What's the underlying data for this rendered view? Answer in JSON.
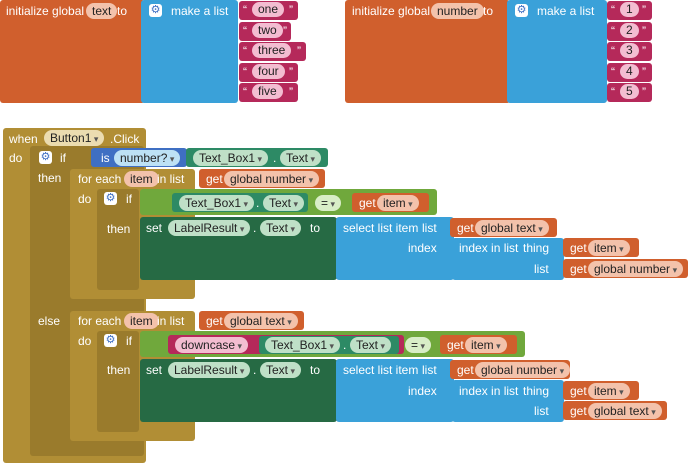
{
  "init_text": {
    "label": "initialize global",
    "var": "text",
    "to": "to",
    "make_list": "make a list",
    "items": [
      "one",
      "two",
      "three",
      "four",
      "five"
    ]
  },
  "init_number": {
    "label": "initialize global",
    "var": "number",
    "to": "to",
    "make_list": "make a list",
    "items": [
      "1",
      "2",
      "3",
      "4",
      "5"
    ]
  },
  "event": {
    "when": "when",
    "component": "Button1",
    "event": ".Click",
    "do": "do"
  },
  "if_outer": {
    "if": "if",
    "then": "then",
    "else": "else",
    "is_number": "is",
    "is_number_op": "number?",
    "textbox": "Text_Box1",
    "dot": ".",
    "prop": "Text"
  },
  "then_branch": {
    "for_each": "for each",
    "item": "item",
    "in_list": "in list",
    "get": "get",
    "list_var": "global number",
    "do": "do",
    "if": "if",
    "then": "then",
    "cond_component": "Text_Box1",
    "cond_prop": "Text",
    "eq": "=",
    "cond_get_var": "item",
    "set": "set",
    "set_component": "LabelResult",
    "set_prop": "Text",
    "to": "to",
    "select": "select list item",
    "list_label": "list",
    "index_label": "index",
    "sel_list_var": "global text",
    "index_in_list": "index in list",
    "thing": "thing",
    "thing_var": "item",
    "idx_list_var": "global number"
  },
  "else_branch": {
    "for_each": "for each",
    "item": "item",
    "in_list": "in list",
    "get": "get",
    "list_var": "global text",
    "do": "do",
    "if": "if",
    "then": "then",
    "downcase": "downcase",
    "cond_component": "Text_Box1",
    "cond_prop": "Text",
    "eq": "=",
    "cond_get_var": "item",
    "set": "set",
    "set_component": "LabelResult",
    "set_prop": "Text",
    "to": "to",
    "select": "select list item",
    "list_label": "list",
    "index_label": "index",
    "sel_list_var": "global number",
    "index_in_list": "index in list",
    "thing": "thing",
    "thing_var": "item",
    "idx_list_var": "global text"
  },
  "colors": {
    "control": "#b18e35",
    "variable": "#d05f2d",
    "list": "#3aa1d9",
    "logic": "#70a83c",
    "component_set": "#266a44",
    "text": "#b5295a"
  }
}
